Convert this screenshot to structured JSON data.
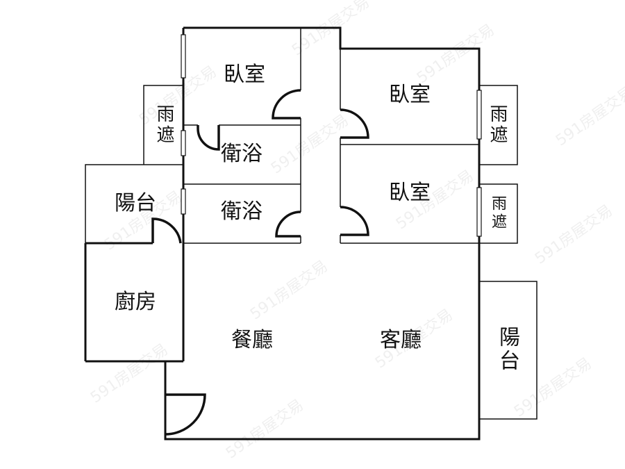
{
  "watermark": "591房屋交易",
  "rooms": {
    "bedroom_1": "臥室",
    "bedroom_2": "臥室",
    "bedroom_3": "臥室",
    "bathroom_1": "衛浴",
    "bathroom_2": "衛浴",
    "balcony_left": "陽台",
    "balcony_right": "陽台",
    "awning_left": "雨遮",
    "awning_right_top": "雨遮",
    "awning_right_bottom": "雨遮",
    "kitchen": "廚房",
    "dining_room": "餐廳",
    "living_room": "客廳"
  }
}
